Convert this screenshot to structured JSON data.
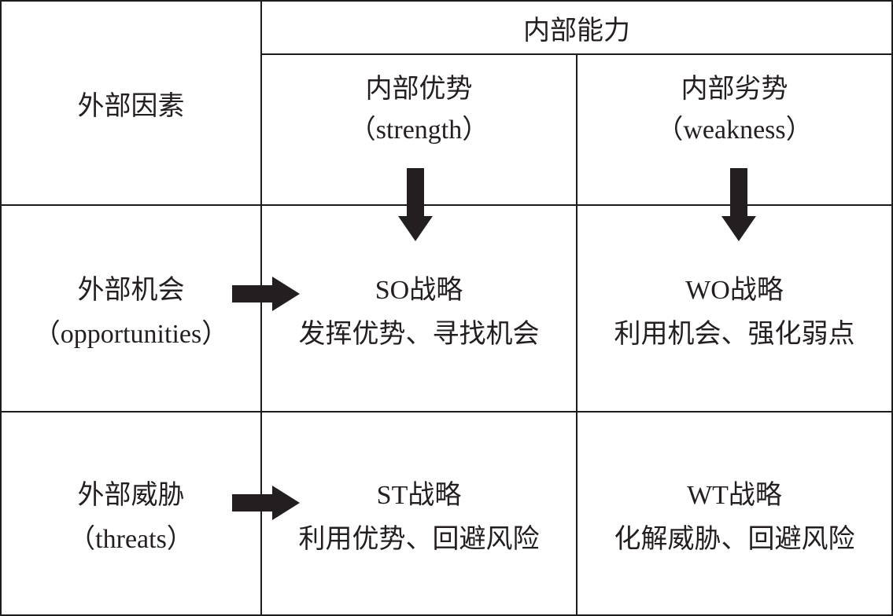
{
  "diagram": {
    "type": "swot-matrix",
    "external_header": "外部因素",
    "internal_header": "内部能力",
    "column_headers": [
      {
        "title": "内部优势",
        "subtitle": "（strength）"
      },
      {
        "title": "内部劣势",
        "subtitle": "（weakness）"
      }
    ],
    "rows": [
      {
        "header": "外部机会",
        "header_sub": "（opportunities）",
        "cells": [
          {
            "title": "SO战略",
            "description": "发挥优势、寻找机会"
          },
          {
            "title": "WO战略",
            "description": "利用机会、强化弱点"
          }
        ]
      },
      {
        "header": "外部威胁",
        "header_sub": "（threats）",
        "cells": [
          {
            "title": "ST战略",
            "description": "利用优势、回避风险"
          },
          {
            "title": "WT战略",
            "description": "化解威胁、回避风险"
          }
        ]
      }
    ],
    "icons": {
      "down_arrow": "solid black down arrow crossing header/body divider",
      "right_arrow": "solid black right arrow crossing label/body divider"
    },
    "colors": {
      "border": "#1c1c1c",
      "arrow": "#231f20",
      "text": "#231f20",
      "background": "#ffffff"
    }
  }
}
